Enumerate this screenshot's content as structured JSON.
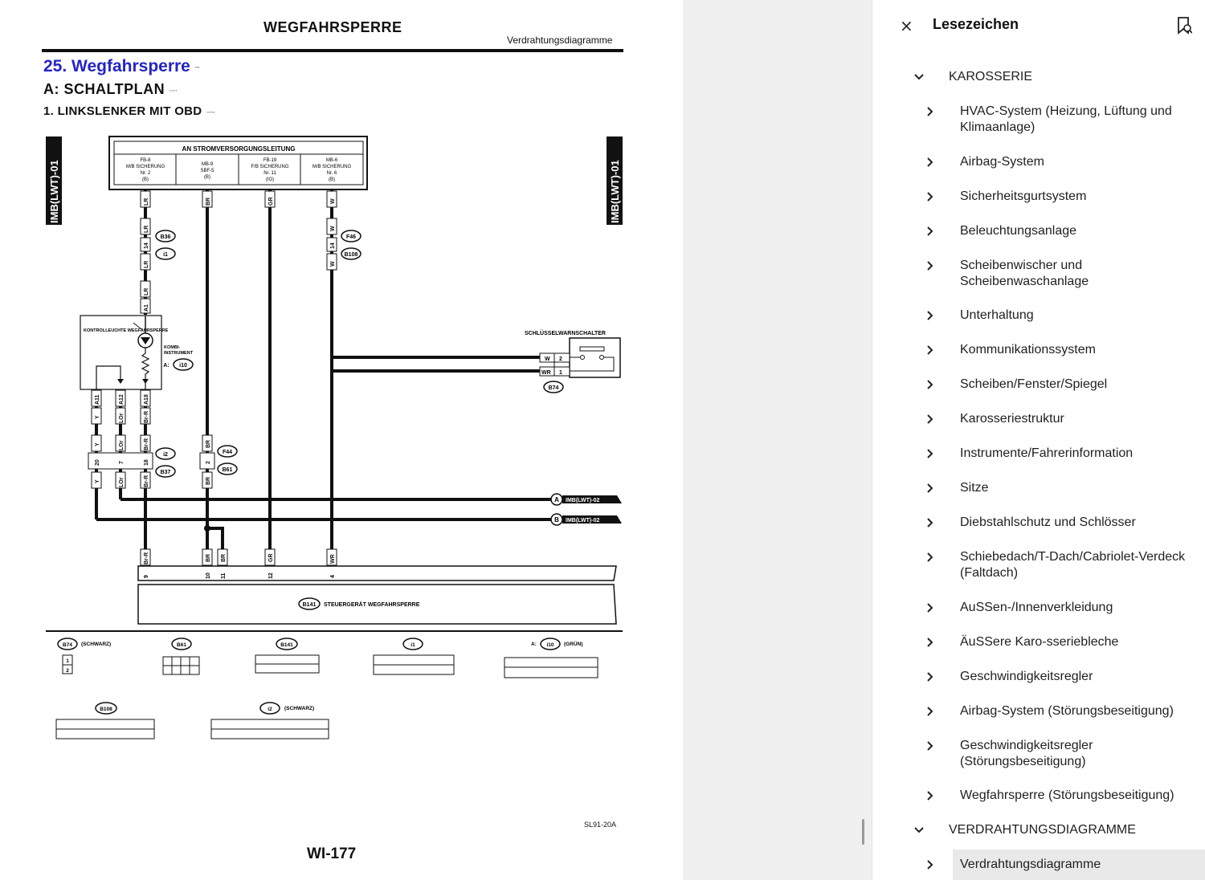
{
  "document": {
    "header_title": "WEGFAHRSPERRE",
    "header_subtitle": "Verdrahtungsdiagramme",
    "section_title": "25.  Wegfahrsperre",
    "section_a": "A:  SCHALTPLAN",
    "section_1": "1.  LINKSLENKER MIT OBD",
    "page_number": "WI-177",
    "figure_code": "SL91-20A"
  },
  "diagram": {
    "side_label": "IMB(LWT)-01",
    "power_box_title": "AN STROMVERSORGUNGSLEITUNG",
    "fuses": [
      {
        "l1": "FB-8",
        "l2": "M/B SICHERUNG",
        "l3": "Nr. 2",
        "l4": "(B)"
      },
      {
        "l1": "MB-9",
        "l2": "SBF-5",
        "l3": "(B)",
        "l4": ""
      },
      {
        "l1": "FB-19",
        "l2": "F/B SICHERUNG",
        "l3": "Nr. 11",
        "l4": "(IG)"
      },
      {
        "l1": "MB-6",
        "l2": "M/B SICHERUNG",
        "l3": "Nr. 6",
        "l4": "(B)"
      }
    ],
    "wire_labels": {
      "lr": "LR",
      "br": "BR",
      "gr": "GR",
      "w": "W",
      "wr": "WR",
      "y": "Y",
      "lor": "LOr",
      "brr": "Br-R"
    },
    "connectors": {
      "b36": "B36",
      "i1": "i1",
      "f46": "F46",
      "b108": "B108",
      "i2": "i2",
      "b37": "B37",
      "f44": "F44",
      "b61": "B61",
      "b74": "B74",
      "i10": "i10",
      "b141": "B141"
    },
    "pins": {
      "p14": "14",
      "a1": "A1",
      "a11": "A11",
      "a12": "A12",
      "a18": "A18",
      "p20": "20",
      "p7": "7",
      "p18": "18",
      "p2": "2",
      "p1": "1",
      "p9": "9",
      "p10": "10",
      "p11": "11",
      "p12": "12",
      "p4": "4"
    },
    "warn_lamp": "KONTROLLEUCHTE WEGFAHRSPERRE",
    "kombi": "KOMBI-",
    "instrument": "INSTRUMENT",
    "a_prefix": "A:",
    "key_switch": "SCHLÜSSELWARNSCHALTER",
    "ref_a": "IMB(LWT)-02",
    "ref_b": "IMB(LWT)-02",
    "circle_a": "A",
    "circle_b": "B",
    "ecu_label": "STEUERGERÄT WEGFAHRSPERRE",
    "legend": {
      "schwarz": "(SCHWARZ)",
      "gruen": "(GRÜN)",
      "a_prefix": "A:"
    }
  },
  "panel": {
    "title": "Lesezeichen",
    "close_glyph": "×",
    "items": [
      {
        "label": "KAROSSERIE",
        "level": 0,
        "expanded": true
      },
      {
        "label": "HVAC-System (Heizung, Lüftung und",
        "label2": "Klimaanlage)",
        "level": 1
      },
      {
        "label": "Airbag-System",
        "level": 1
      },
      {
        "label": "Sicherheitsgurtsystem",
        "level": 1
      },
      {
        "label": "Beleuchtungsanlage",
        "level": 1
      },
      {
        "label": "Scheibenwischer und",
        "label2": "Scheibenwaschanlage",
        "level": 1
      },
      {
        "label": "Unterhaltung",
        "level": 1
      },
      {
        "label": "Kommunikationssystem",
        "level": 1
      },
      {
        "label": "Scheiben/Fenster/Spiegel",
        "level": 1
      },
      {
        "label": "Karosseriestruktur",
        "level": 1
      },
      {
        "label": "Instrumente/Fahrerinformation",
        "level": 1
      },
      {
        "label": "Sitze",
        "level": 1
      },
      {
        "label": "Diebstahlschutz und Schlösser",
        "level": 1
      },
      {
        "label": "Schiebedach/T-Dach/Cabriolet-Verdeck",
        "label2": "(Faltdach)",
        "level": 1
      },
      {
        "label": "AuSSen-/Innenverkleidung",
        "level": 1
      },
      {
        "label": "ÄuSSere Karo-sseriebleche",
        "level": 1
      },
      {
        "label": "Geschwindigkeitsregler",
        "level": 1
      },
      {
        "label": "Airbag-System (Störungsbeseitigung)",
        "level": 1
      },
      {
        "label": "Geschwindigkeitsregler",
        "label2": "(Störungsbeseitigung)",
        "level": 1
      },
      {
        "label": "Wegfahrsperre (Störungsbeseitigung)",
        "level": 1
      },
      {
        "label": "VERDRAHTUNGSDIAGRAMME",
        "level": 0,
        "expanded": true
      },
      {
        "label": "Verdrahtungsdiagramme",
        "level": 1,
        "selected": true
      }
    ]
  }
}
